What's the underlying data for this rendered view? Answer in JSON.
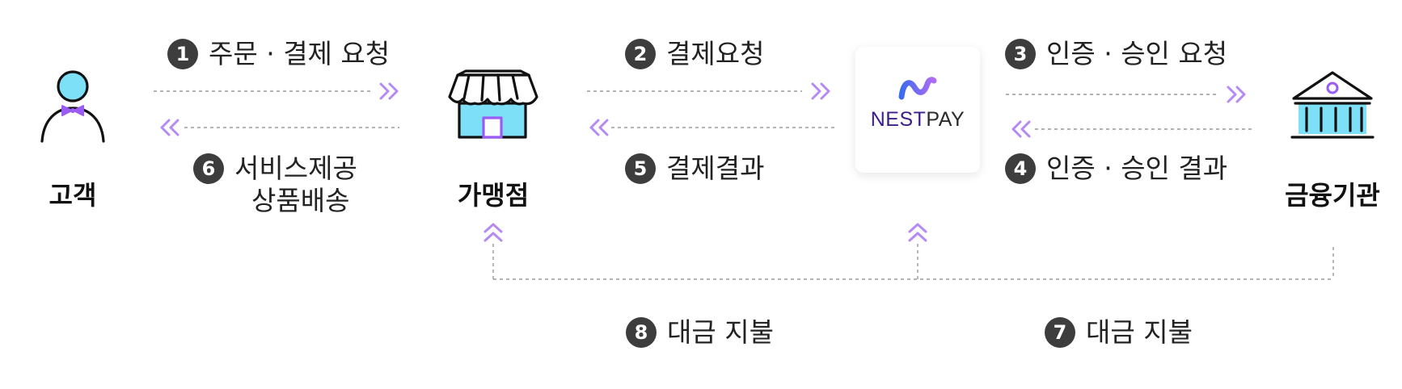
{
  "nodes": {
    "customer": "고객",
    "merchant": "가맹점",
    "bank": "금융기관"
  },
  "brand": {
    "name_prefix": "NEST",
    "name_suffix": "PAY",
    "colors": {
      "purple": "#9a5cf5",
      "blue": "#3b6cf0",
      "dark": "#3b1e8c"
    }
  },
  "steps": [
    {
      "num": "1",
      "text": "주문 · 결제 요청"
    },
    {
      "num": "2",
      "text": "결제요청"
    },
    {
      "num": "3",
      "text": "인증 · 승인 요청"
    },
    {
      "num": "4",
      "text": "인증 · 승인 결과"
    },
    {
      "num": "5",
      "text": "결제결과"
    },
    {
      "num": "6",
      "line1": "서비스제공",
      "line2": "상품배송"
    },
    {
      "num": "7",
      "text": "대금 지불"
    },
    {
      "num": "8",
      "text": "대금 지불"
    }
  ],
  "colors": {
    "badge": "#3d3d3d",
    "arrow": "#b58af5",
    "dashed": "#9a9a9a",
    "store_fill": "#7ee0f7",
    "icon_purple": "#9a5cf5"
  },
  "icons": [
    "person-icon",
    "store-icon",
    "bank-icon",
    "nestpay-logo-icon",
    "double-chevron-icon"
  ]
}
